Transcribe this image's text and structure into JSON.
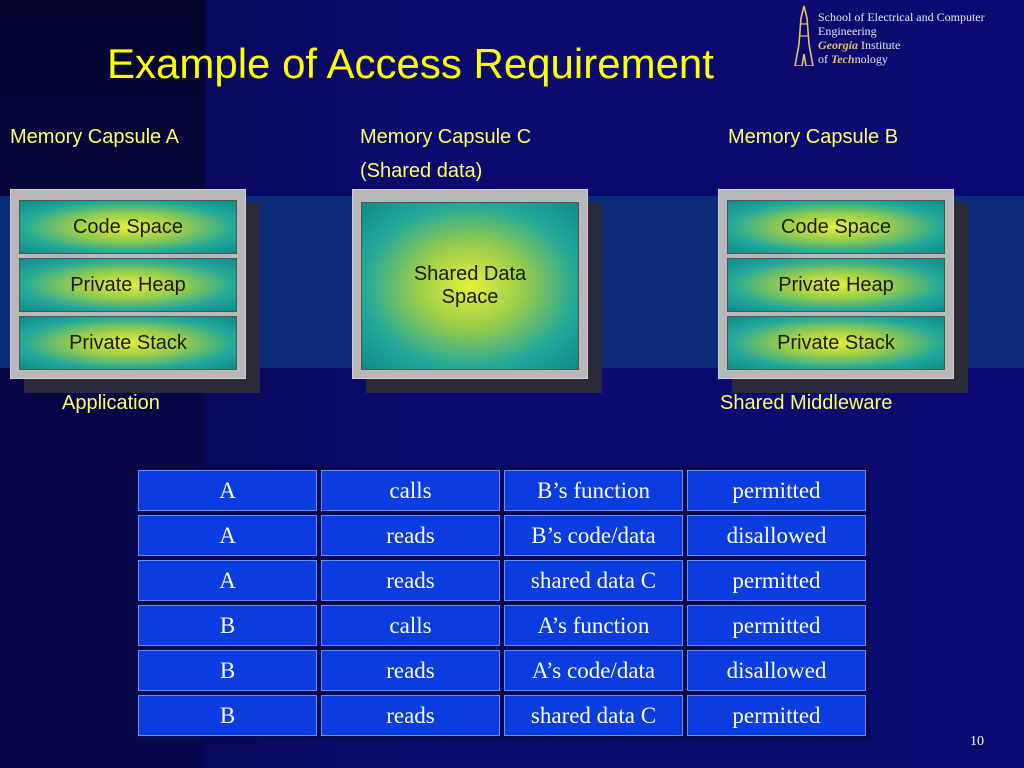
{
  "title": "Example of Access Requirement",
  "logo": {
    "line1": "School of Electrical and Computer",
    "line2": "Engineering",
    "line3_gold": "Georgia",
    "line3_rest": " Institute",
    "line4_pre": "of ",
    "line4_gold": "Tech",
    "line4_rest": "nology"
  },
  "capsules": {
    "a": {
      "label": "Memory Capsule A",
      "blocks": [
        "Code Space",
        "Private Heap",
        "Private Stack"
      ],
      "role": "Application"
    },
    "c": {
      "label": "Memory Capsule C",
      "sublabel": "(Shared data)",
      "block_line1": "Shared Data",
      "block_line2": "Space"
    },
    "b": {
      "label": "Memory Capsule B",
      "blocks": [
        "Code Space",
        "Private Heap",
        "Private Stack"
      ],
      "role": "Shared Middleware"
    }
  },
  "table": {
    "rows": [
      [
        "A",
        "calls",
        "B’s function",
        "permitted"
      ],
      [
        "A",
        "reads",
        "B’s code/data",
        "disallowed"
      ],
      [
        "A",
        "reads",
        "shared data C",
        "permitted"
      ],
      [
        "B",
        "calls",
        "A’s function",
        "permitted"
      ],
      [
        "B",
        "reads",
        "A’s code/data",
        "disallowed"
      ],
      [
        "B",
        "reads",
        "shared data C",
        "permitted"
      ]
    ]
  },
  "page_number": "10",
  "colors": {
    "title": "#ffff00",
    "labels": "#ffff66",
    "table_cell": "#0a3ce0"
  }
}
